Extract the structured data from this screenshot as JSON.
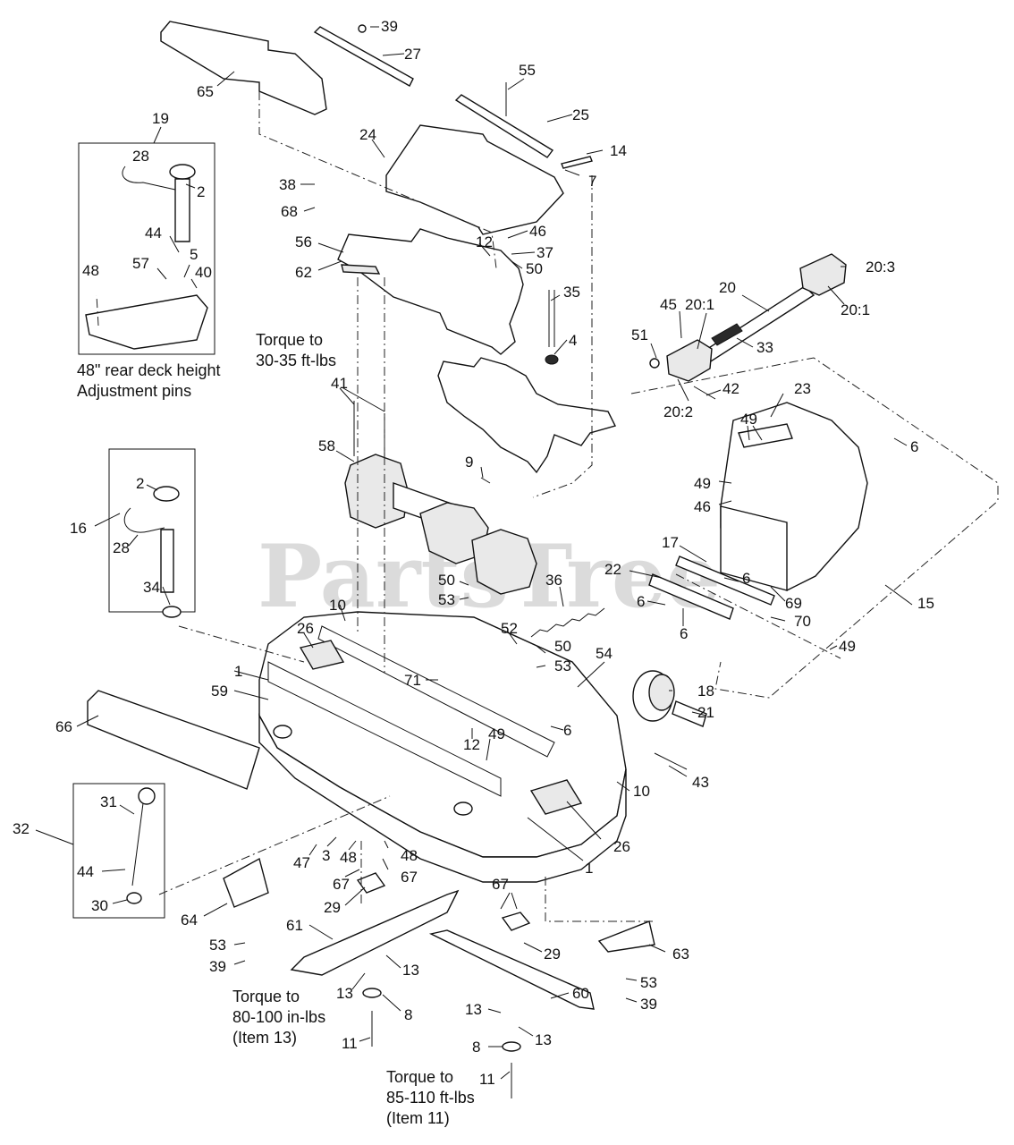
{
  "watermark": "PartsTree",
  "notes": {
    "torque_30_line1": "Torque to",
    "torque_30_line2": "30-35 ft-lbs",
    "rear_height_line1": "48\" rear deck height",
    "rear_height_line2": "Adjustment pins",
    "torque_80_line1": "Torque to",
    "torque_80_line2": "80-100 in-lbs",
    "torque_80_line3": "(Item 13)",
    "torque_85_line1": "Torque to",
    "torque_85_line2": "85-110 ft-lbs",
    "torque_85_line3": "(Item 11)"
  },
  "callouts": [
    {
      "id": "c39a",
      "text": "39"
    },
    {
      "id": "c27",
      "text": "27"
    },
    {
      "id": "c65",
      "text": "65"
    },
    {
      "id": "c55",
      "text": "55"
    },
    {
      "id": "c25",
      "text": "25"
    },
    {
      "id": "c14",
      "text": "14"
    },
    {
      "id": "c7",
      "text": "7"
    },
    {
      "id": "c24",
      "text": "24"
    },
    {
      "id": "c19",
      "text": "19"
    },
    {
      "id": "c28a",
      "text": "28"
    },
    {
      "id": "c2a",
      "text": "2"
    },
    {
      "id": "c44a",
      "text": "44"
    },
    {
      "id": "c5",
      "text": "5"
    },
    {
      "id": "c48a",
      "text": "48"
    },
    {
      "id": "c57",
      "text": "57"
    },
    {
      "id": "c40",
      "text": "40"
    },
    {
      "id": "c38",
      "text": "38"
    },
    {
      "id": "c68",
      "text": "68"
    },
    {
      "id": "c56",
      "text": "56"
    },
    {
      "id": "c62",
      "text": "62"
    },
    {
      "id": "c12a",
      "text": "12"
    },
    {
      "id": "c46a",
      "text": "46"
    },
    {
      "id": "c37",
      "text": "37"
    },
    {
      "id": "c50a",
      "text": "50"
    },
    {
      "id": "c35",
      "text": "35"
    },
    {
      "id": "c4",
      "text": "4"
    },
    {
      "id": "c203",
      "text": "20:3"
    },
    {
      "id": "c20",
      "text": "20"
    },
    {
      "id": "c201a",
      "text": "20:1"
    },
    {
      "id": "c201b",
      "text": "20:1"
    },
    {
      "id": "c45",
      "text": "45"
    },
    {
      "id": "c51",
      "text": "51"
    },
    {
      "id": "c33",
      "text": "33"
    },
    {
      "id": "c42",
      "text": "42"
    },
    {
      "id": "c202",
      "text": "20:2"
    },
    {
      "id": "c41",
      "text": "41"
    },
    {
      "id": "c58",
      "text": "58"
    },
    {
      "id": "c9",
      "text": "9"
    },
    {
      "id": "c49a",
      "text": "49"
    },
    {
      "id": "c23",
      "text": "23"
    },
    {
      "id": "c6a",
      "text": "6"
    },
    {
      "id": "c49b",
      "text": "49"
    },
    {
      "id": "c46b",
      "text": "46"
    },
    {
      "id": "c2b",
      "text": "2"
    },
    {
      "id": "c16",
      "text": "16"
    },
    {
      "id": "c28b",
      "text": "28"
    },
    {
      "id": "c34",
      "text": "34"
    },
    {
      "id": "c17",
      "text": "17"
    },
    {
      "id": "c22",
      "text": "22"
    },
    {
      "id": "c6b",
      "text": "6"
    },
    {
      "id": "c69",
      "text": "69"
    },
    {
      "id": "c15",
      "text": "15"
    },
    {
      "id": "c6c",
      "text": "6"
    },
    {
      "id": "c6d",
      "text": "6"
    },
    {
      "id": "c70",
      "text": "70"
    },
    {
      "id": "c50b",
      "text": "50"
    },
    {
      "id": "c53a",
      "text": "53"
    },
    {
      "id": "c36",
      "text": "36"
    },
    {
      "id": "c10a",
      "text": "10"
    },
    {
      "id": "c26a",
      "text": "26"
    },
    {
      "id": "c1a",
      "text": "1"
    },
    {
      "id": "c59",
      "text": "59"
    },
    {
      "id": "c52",
      "text": "52"
    },
    {
      "id": "c50c",
      "text": "50"
    },
    {
      "id": "c53b",
      "text": "53"
    },
    {
      "id": "c54",
      "text": "54"
    },
    {
      "id": "c49c",
      "text": "49"
    },
    {
      "id": "c71",
      "text": "71"
    },
    {
      "id": "c18",
      "text": "18"
    },
    {
      "id": "c21",
      "text": "21"
    },
    {
      "id": "c66",
      "text": "66"
    },
    {
      "id": "c12b",
      "text": "12"
    },
    {
      "id": "c6e",
      "text": "6"
    },
    {
      "id": "c49d",
      "text": "49"
    },
    {
      "id": "c43",
      "text": "43"
    },
    {
      "id": "c10b",
      "text": "10"
    },
    {
      "id": "c26b",
      "text": "26"
    },
    {
      "id": "c1b",
      "text": "1"
    },
    {
      "id": "c32",
      "text": "32"
    },
    {
      "id": "c31",
      "text": "31"
    },
    {
      "id": "c44b",
      "text": "44"
    },
    {
      "id": "c30",
      "text": "30"
    },
    {
      "id": "c47",
      "text": "47"
    },
    {
      "id": "c3",
      "text": "3"
    },
    {
      "id": "c48b",
      "text": "48"
    },
    {
      "id": "c48c",
      "text": "48"
    },
    {
      "id": "c67a",
      "text": "67"
    },
    {
      "id": "c67b",
      "text": "67"
    },
    {
      "id": "c29a",
      "text": "29"
    },
    {
      "id": "c64",
      "text": "64"
    },
    {
      "id": "c61",
      "text": "61"
    },
    {
      "id": "c53c",
      "text": "53"
    },
    {
      "id": "c39b",
      "text": "39"
    },
    {
      "id": "c13a",
      "text": "13"
    },
    {
      "id": "c13b",
      "text": "13"
    },
    {
      "id": "c8a",
      "text": "8"
    },
    {
      "id": "c11a",
      "text": "11"
    },
    {
      "id": "c67c",
      "text": "67"
    },
    {
      "id": "c29b",
      "text": "29"
    },
    {
      "id": "c63",
      "text": "63"
    },
    {
      "id": "c53d",
      "text": "53"
    },
    {
      "id": "c39c",
      "text": "39"
    },
    {
      "id": "c60",
      "text": "60"
    },
    {
      "id": "c13c",
      "text": "13"
    },
    {
      "id": "c13d",
      "text": "13"
    },
    {
      "id": "c8b",
      "text": "8"
    },
    {
      "id": "c11b",
      "text": "11"
    }
  ]
}
